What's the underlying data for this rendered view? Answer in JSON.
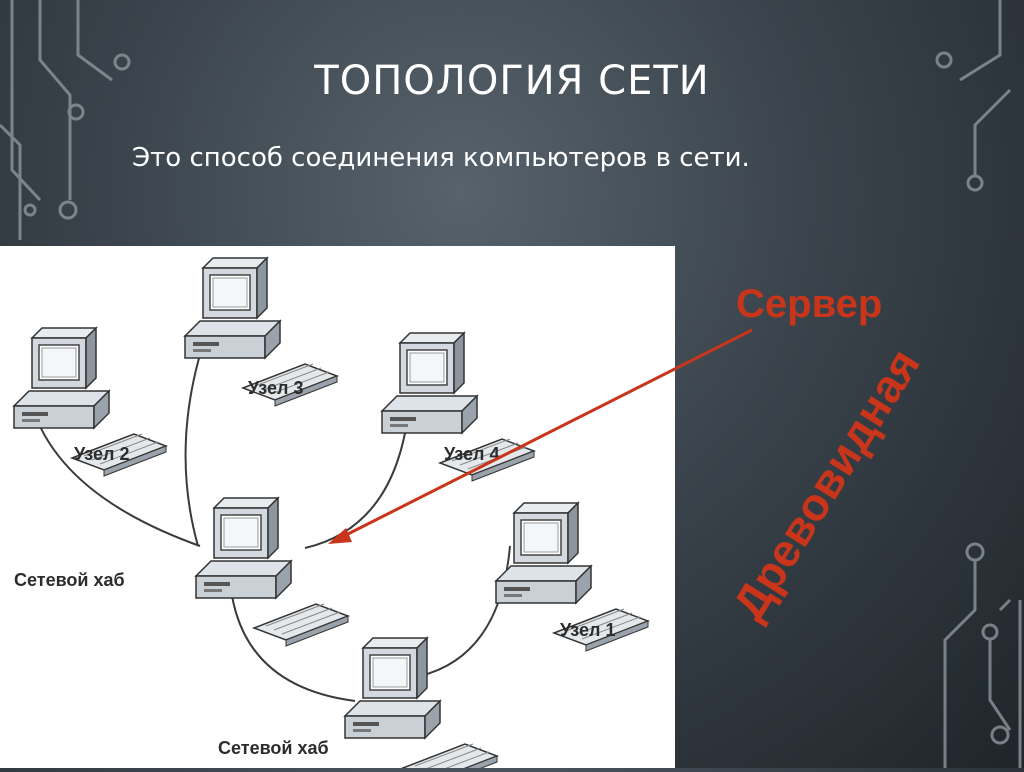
{
  "slide": {
    "title": "ТОПОЛОГИЯ СЕТИ",
    "subtitle": "Это способ соединения компьютеров в сети."
  },
  "diagram": {
    "node_labels": {
      "node3": "Узел 3",
      "node2": "Узел 2",
      "node4": "Узел 4",
      "hub1": "Сетевой хаб",
      "node1": "Узел 1",
      "hub2": "Сетевой хаб"
    }
  },
  "annotation": {
    "server_label": "Сервер",
    "topology_type": "Древовидная"
  },
  "colors": {
    "annotation": "#c8351a",
    "text": "#ffffff",
    "diagram_background": "#ffffff"
  }
}
